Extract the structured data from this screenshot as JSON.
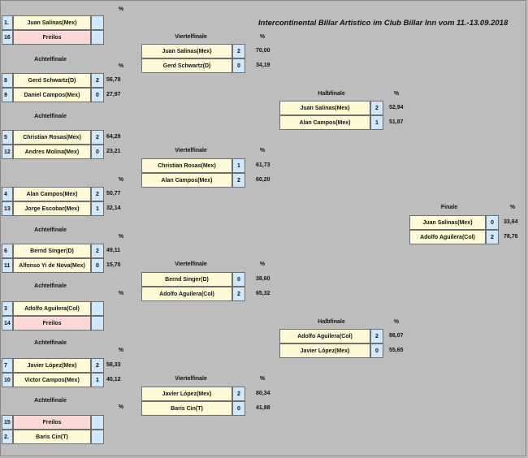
{
  "title": "Intercontinental Billar Artistico im Club Billar Inn vom 11.-13.09.2018",
  "pct_symbol": "%",
  "round_labels": {
    "achtel": "Achtelfinale",
    "viertel": "Viertelfinale",
    "halb": "Halbfinale",
    "final": "Finale"
  },
  "achtelfinale": [
    {
      "seed": "1.",
      "name": "Juan Salinas(Mex)",
      "score": "",
      "pct": ""
    },
    {
      "seed": "16",
      "name": "Freilos",
      "score": "",
      "pct": "",
      "bye": true
    },
    {
      "seed": "8",
      "name": "Gerd Schwartz(D)",
      "score": "2",
      "pct": "56,78"
    },
    {
      "seed": "9",
      "name": "Daniel Campos(Mex)",
      "score": "0",
      "pct": "27,97"
    },
    {
      "seed": "5",
      "name": "Christian Rosas(Mex)",
      "score": "2",
      "pct": "64,29"
    },
    {
      "seed": "12",
      "name": "Andres Molina(Mex)",
      "score": "0",
      "pct": "23,21"
    },
    {
      "seed": "4",
      "name": "Alan Campos(Mex)",
      "score": "2",
      "pct": "50,77"
    },
    {
      "seed": "13",
      "name": "Jorge Escobar(Mex)",
      "score": "1",
      "pct": "32,14"
    },
    {
      "seed": "6",
      "name": "Bernd Singer(D)",
      "score": "2",
      "pct": "49,11"
    },
    {
      "seed": "11",
      "name": "Alfonso Yi de Nova(Mex)",
      "score": "0",
      "pct": "15,70"
    },
    {
      "seed": "3",
      "name": "Adolfo Aguilera(Col)",
      "score": "",
      "pct": ""
    },
    {
      "seed": "14",
      "name": "Freilos",
      "score": "",
      "pct": "",
      "bye": true
    },
    {
      "seed": "7",
      "name": "Javier López(Mex)",
      "score": "2",
      "pct": "58,33"
    },
    {
      "seed": "10",
      "name": "Victor Campos(Mex)",
      "score": "1",
      "pct": "40,12"
    },
    {
      "seed": "15",
      "name": "Freilos",
      "score": "",
      "pct": "",
      "bye": true
    },
    {
      "seed": "2.",
      "name": "Baris Cin(T)",
      "score": "",
      "pct": ""
    }
  ],
  "viertelfinale": [
    {
      "name": "Juan Salinas(Mex)",
      "score": "2",
      "pct": "70,00"
    },
    {
      "name": "Gerd Schwartz(D)",
      "score": "0",
      "pct": "34,19"
    },
    {
      "name": "Christian Rosas(Mex)",
      "score": "1",
      "pct": "61,73"
    },
    {
      "name": "Alan Campos(Mex)",
      "score": "2",
      "pct": "60,20"
    },
    {
      "name": "Bernd Singer(D)",
      "score": "0",
      "pct": "38,60"
    },
    {
      "name": "Adolfo Aguilera(Col)",
      "score": "2",
      "pct": "65,32"
    },
    {
      "name": "Javier López(Mex)",
      "score": "2",
      "pct": "80,34"
    },
    {
      "name": "Baris Cin(T)",
      "score": "0",
      "pct": "41,88"
    }
  ],
  "halbfinale": [
    {
      "name": "Juan Salinas(Mex)",
      "score": "2",
      "pct": "52,94"
    },
    {
      "name": "Alan Campos(Mex)",
      "score": "1",
      "pct": "51,87"
    },
    {
      "name": "Adolfo Aguilera(Col)",
      "score": "2",
      "pct": "86,07"
    },
    {
      "name": "Javier López(Mex)",
      "score": "0",
      "pct": "55,65"
    }
  ],
  "finale": [
    {
      "name": "Juan Salinas(Mex)",
      "score": "0",
      "pct": "33,64"
    },
    {
      "name": "Adolfo Aguilera(Col)",
      "score": "2",
      "pct": "78,76"
    }
  ]
}
